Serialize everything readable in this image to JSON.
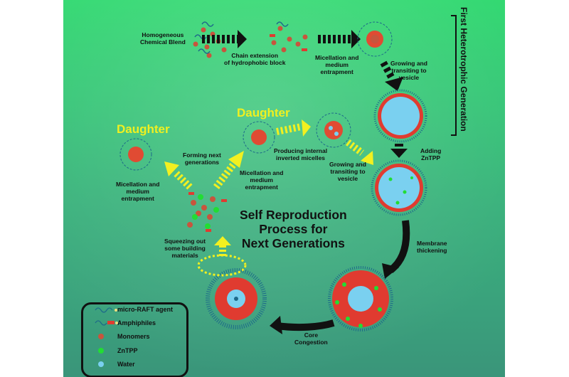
{
  "figure": {
    "title_lines": [
      "Self Reproduction",
      "Process for",
      "Next Generations"
    ],
    "side_label": "First Heterotrophic Generation",
    "daughter_labels": [
      "Daughter",
      "Daughter"
    ],
    "steps": {
      "homogeneous": [
        "Homogeneous",
        "Chemical Blend"
      ],
      "chain_extension": [
        "Chain extension",
        "of hydrophobic block"
      ],
      "micellation_top": [
        "Micellation and",
        "medium",
        "entrapment"
      ],
      "growing_top": [
        "Growing and",
        "transiting to",
        "vesicle"
      ],
      "adding_zntpp": [
        "Adding",
        "ZnTPP"
      ],
      "membrane_thickening": [
        "Membrane",
        "thickening"
      ],
      "core_congestion": [
        "Core",
        "Congestion"
      ],
      "squeezing_out": [
        "Squeezing out",
        "some building",
        "materials"
      ],
      "forming_next": [
        "Forming next",
        "generations"
      ],
      "micellation_left": [
        "Micellation and",
        "medium",
        "entrapment"
      ],
      "micellation_mid": [
        "Micellation and",
        "medium",
        "entrapment"
      ],
      "producing_internal": [
        "Producing internal",
        "inverted micelles"
      ],
      "growing_mid": [
        "Growing and",
        "transiting to",
        "vesicle"
      ]
    },
    "legend": [
      {
        "label": "micro-RAFT agent",
        "icon": "micro-raft-agent-icon"
      },
      {
        "label": "Amphiphiles",
        "icon": "amphiphile-icon"
      },
      {
        "label": "Monomers",
        "icon": "monomer-icon"
      },
      {
        "label": "ZnTPP",
        "icon": "zntpp-icon"
      },
      {
        "label": "Water",
        "icon": "water-icon"
      }
    ],
    "colors": {
      "monomer": "#c8553d",
      "zntpp": "#22dd33",
      "water": "#7ad0f0",
      "membrane": "#e03b30",
      "yellow_arrow": "#f2f020",
      "black_arrow": "#111111",
      "chain": "#1e6a8a"
    }
  }
}
